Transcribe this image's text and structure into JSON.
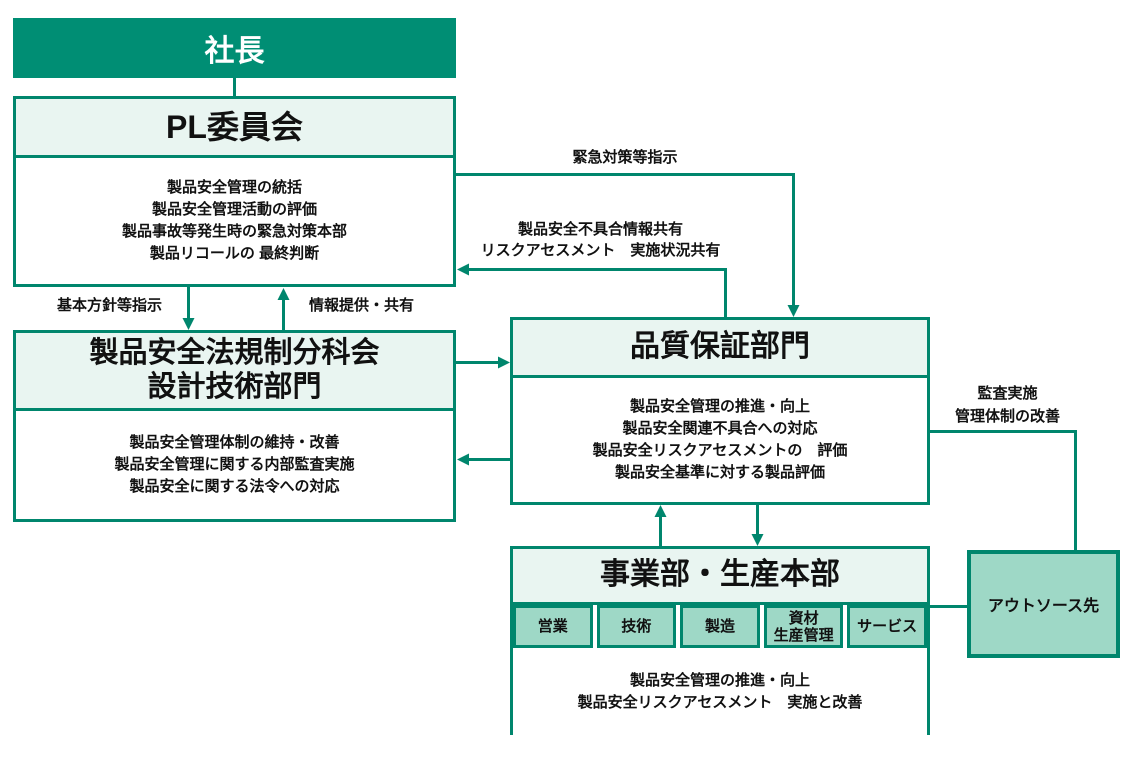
{
  "colors": {
    "accent_dark": "#008E74",
    "line_border": "#00866D",
    "header_light": "#E9F5F1",
    "cell_medium": "#9ED8C6",
    "text": "#111111"
  },
  "boxes": {
    "president": {
      "title": "社長"
    },
    "pl_committee": {
      "title": "PL委員会",
      "items": [
        "製品安全管理の統括",
        "製品安全管理活動の評価",
        "製品事故等発生時の緊急対策本部",
        "製品リコールの 最終判断"
      ]
    },
    "subcommittee": {
      "title_line1": "製品安全法規制分科会",
      "title_line2": "設計技術部門",
      "items": [
        "製品安全管理体制の維持・改善",
        "製品安全管理に関する内部監査実施",
        "製品安全に関する法令への対応"
      ]
    },
    "quality_assurance": {
      "title": "品質保証部門",
      "items": [
        "製品安全管理の推進・向上",
        "製品安全関連不具合への対応",
        "製品安全リスクアセスメントの　評価",
        "製品安全基準に対する製品評価"
      ]
    },
    "business": {
      "title": "事業部・生産本部",
      "departments": [
        "営業",
        "技術",
        "製造",
        "資材\n生産管理",
        "サービス"
      ],
      "items": [
        "製品安全管理の推進・向上",
        "製品安全リスクアセスメント　実施と改善"
      ]
    },
    "outsource": {
      "title": "アウトソース先"
    }
  },
  "labels": {
    "emergency_instruction": "緊急対策等指示",
    "defect_info_share": "製品安全不具合情報共有\nリスクアセスメント　実施状況共有",
    "basic_policy_instruction": "基本方針等指示",
    "info_provision_share": "情報提供・共有",
    "audit": "監査実施\n管理体制の改善"
  }
}
